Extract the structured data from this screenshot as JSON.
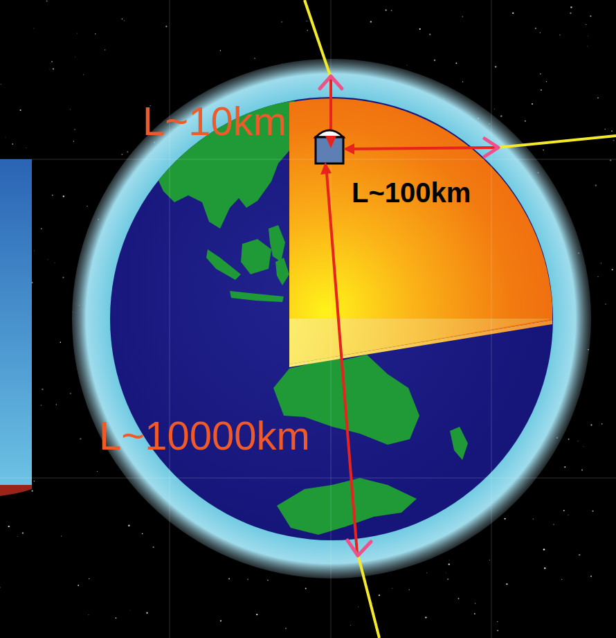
{
  "diagram": {
    "labels": [
      "L~10km",
      "L~100km",
      "L~10000km"
    ]
  }
}
